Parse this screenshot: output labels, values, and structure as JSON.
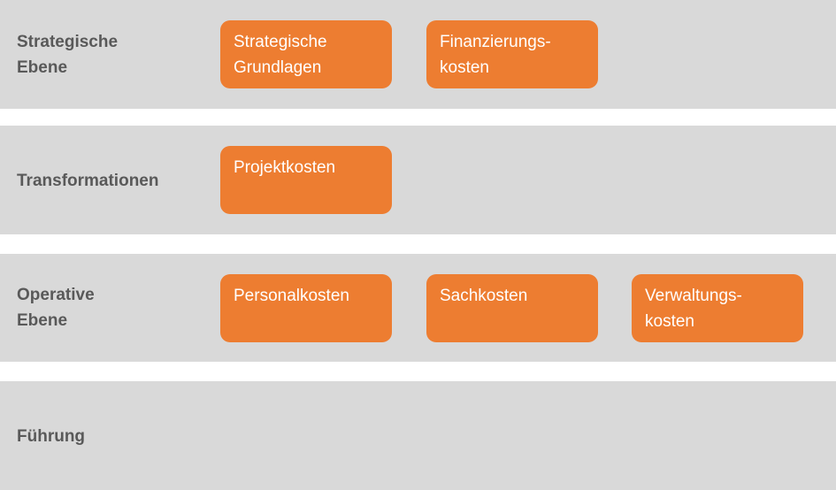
{
  "colors": {
    "band_background": "#d9d9d9",
    "label_text": "#595959",
    "box_fill": "#ed7d31",
    "box_text": "#ffffff",
    "separator": "#ffffff"
  },
  "bands": [
    {
      "label": "Strategische\nEbene",
      "boxes": [
        "Strategische\nGrundlagen",
        "Finanzierungs-\nkosten"
      ]
    },
    {
      "label": "Transformationen",
      "boxes": [
        "Projektkosten"
      ]
    },
    {
      "label": "Operative\nEbene",
      "boxes": [
        "Personalkosten",
        "Sachkosten",
        "Verwaltungs-\nkosten"
      ]
    },
    {
      "label": "Führung",
      "boxes": []
    }
  ]
}
